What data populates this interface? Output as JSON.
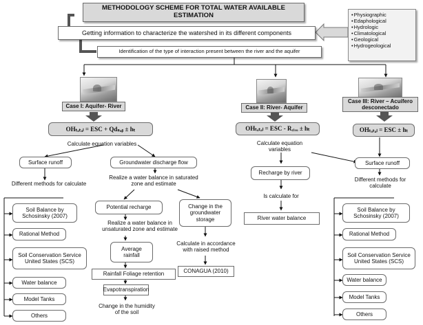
{
  "title": "METHODOLOGY SCHEME FOR TOTAL WATER AVAILABLE ESTIMATION",
  "info_step": "Getting information to characterize the watershed in its different components",
  "components": [
    "Physiographic",
    "Edaphological",
    "Hydrologic",
    "Climatological",
    "Geological",
    "Hydrogeological"
  ],
  "identification_step": "Identification of the type of interaction present between the river and the aquifer",
  "case1": {
    "label": "Case I: Aquifer- River",
    "equation": "OHₜₒₜₐₗ = ESC + Qdₛᵤᵦ ± hₜ",
    "calc_vars": "Calculate equation variables",
    "surface_runoff": "Surface runoff",
    "different_methods": "Different methods for calculate",
    "methods": [
      "Soil Balance by Schosinsky (2007)",
      "Rational Method",
      "Soil Conservation Service United States (SCS)",
      "Water balance",
      "Model Tanks",
      "Others"
    ],
    "gw_discharge": "Groundwater discharge flow",
    "realize_saturated": "Realize a water balance in saturated zone and estimate",
    "potential_recharge": "Potential recharge",
    "realize_unsaturated": "Realize a water balance in unsaturated zone and estimate",
    "average_rainfall": "Average rainfall",
    "foliage_retention": "Rainfall Foliage retention",
    "evapotranspiration": "Evapotranspiration",
    "humidity_change": "Change in the humidity of the soil",
    "storage_change": "Change in the groundwater storage",
    "calc_accordance": "Calculate in accordance with raised method",
    "conagua": "CONAGUA (2010)"
  },
  "case2": {
    "label": "Case II: River- Aquifer",
    "equation": "OHₜₒₜₐₗ = ESC - Rᵣᵢᵥₒ ± hₜ",
    "calc_vars": "Calculate equation variables",
    "recharge_by_river": "Recharge by river",
    "calculate_for": "Is calculate for",
    "river_balance": "River water balance"
  },
  "case3": {
    "label": "Case III: River – Acuífero desconectado",
    "equation": "OHₜₒₜₐₗ = ESC ± hₜ",
    "surface_runoff": "Surface runoff",
    "different_methods": "Different methods for calculate",
    "methods": [
      "Soil Balance by Schosinsky (2007)",
      "Rational Method",
      "Soil Conservation Service United States (SCS)",
      "Water balance",
      "Model Tanks",
      "Others"
    ]
  }
}
